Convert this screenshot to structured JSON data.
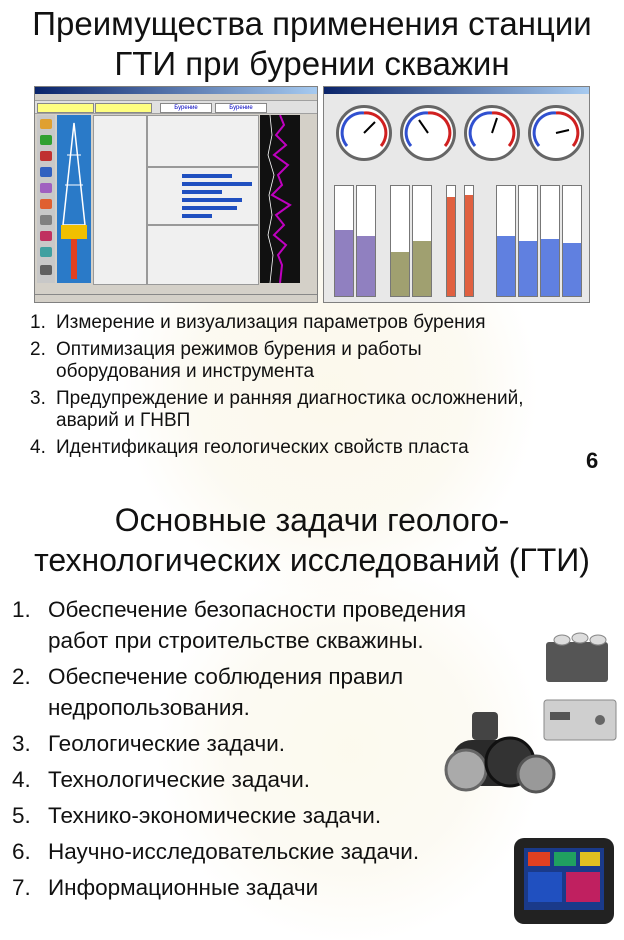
{
  "slide1": {
    "title_line1": "Преимущества применения станции",
    "title_line2": "ГТИ при бурении скважин",
    "items": [
      {
        "num": "1.",
        "line1": "Измерение и визуализация параметров бурения",
        "line2": ""
      },
      {
        "num": "2.",
        "line1": "Оптимизация режимов бурения и работы",
        "line2": "оборудования и инструмента"
      },
      {
        "num": "3.",
        "line1": "Предупреждение и ранняя диагностика осложнений,",
        "line2": "аварий и ГНВП"
      },
      {
        "num": "4.",
        "line1": "Идентификация геологических свойств пласта",
        "line2": ""
      }
    ],
    "page_number": "6",
    "screenshot_left": {
      "header_value1": "Бурение",
      "header_value2": "Бурение"
    }
  },
  "slide2": {
    "title_line1": "Основные задачи геолого-",
    "title_line2": "технологических исследований (ГТИ)",
    "items": [
      {
        "num": "1.",
        "line1": "Обеспечение безопасности проведения",
        "line2": "работ при строительстве скважины."
      },
      {
        "num": "2.",
        "line1": "Обеспечение соблюдения правил",
        "line2": "недропользования."
      },
      {
        "num": "3.",
        "line1": "Геологические задачи.",
        "line2": ""
      },
      {
        "num": "4.",
        "line1": "Технологические задачи.",
        "line2": ""
      },
      {
        "num": "5.",
        "line1": "Технико-экономические задачи.",
        "line2": ""
      },
      {
        "num": "6.",
        "line1": "Научно-исследовательские задачи.",
        "line2": ""
      },
      {
        "num": "7.",
        "line1": "Информационные задачи",
        "line2": ""
      }
    ]
  },
  "colors": {
    "accent_blue": "#2050c0",
    "trace_magenta": "#c000c0",
    "gauge_red": "#d02020",
    "col_purple": "#9080c0",
    "col_olive": "#a0a070",
    "col_blue": "#6080e0"
  }
}
